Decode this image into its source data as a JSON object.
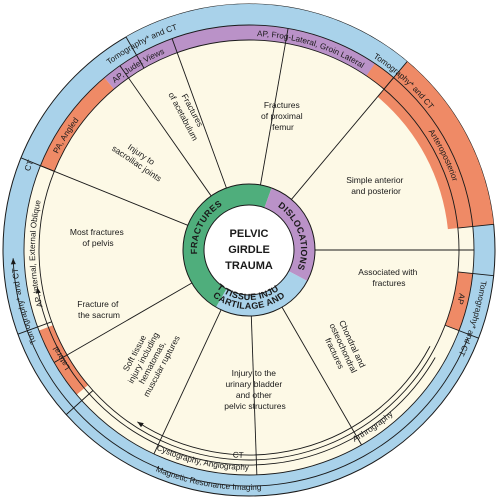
{
  "hub": {
    "lines": [
      "PELVIC",
      "GIRDLE",
      "TRAUMA"
    ]
  },
  "bands": {
    "fractures": "FRACTURES",
    "dislocations": "DISLOCATIONS",
    "cartilage_line1": "CARTILAGE AND",
    "cartilage_line2": "SOFT TISSUE INJURIES"
  },
  "colors": {
    "cream": "#fdf9e6",
    "green": "#4fae7c",
    "purple": "#ba92c8",
    "blue": "#a9d2ea",
    "orange": "#ef8a66",
    "outline": "#1a1a1a"
  },
  "segments": [
    {
      "id": "acetabulum",
      "lines": [
        "Fractures",
        "of acetabulum"
      ]
    },
    {
      "id": "femur",
      "lines": [
        "Fractures",
        "of proximal",
        "femur"
      ]
    },
    {
      "id": "simple_dislocation",
      "lines": [
        "Simple anterior",
        "and posterior"
      ]
    },
    {
      "id": "associated_fractures",
      "lines": [
        "Associated with",
        "fractures"
      ]
    },
    {
      "id": "chondral",
      "lines": [
        "Chondral and",
        "osteochondral",
        "fractures"
      ]
    },
    {
      "id": "bladder",
      "lines": [
        "Injury to the",
        "urinary bladder",
        "and other",
        "pelvic structures"
      ]
    },
    {
      "id": "soft_tissue",
      "lines": [
        "Soft tissue",
        "injury including",
        "hematomas,",
        "muscular ruptures"
      ]
    },
    {
      "id": "sacrum",
      "lines": [
        "Fracture of",
        "the sacrum"
      ]
    },
    {
      "id": "pelvis",
      "lines": [
        "Most fractures",
        "of pelvis"
      ]
    },
    {
      "id": "sacroiliac",
      "lines": [
        "Injury to",
        "sacroiliac joints"
      ]
    }
  ],
  "imaging": {
    "tomo_ct": "Tomography* and CT",
    "ap_judet": "AP, Judet Views",
    "ap_frog_groin": "AP, Frog-Lateral, Groin Lateral",
    "anteroposterior": "Anteroposterior",
    "ap": "AP",
    "ct": "CT",
    "pa_angled": "PA, Angled",
    "ap_internal_external": "AP, Internal, External Oblique",
    "lateral": "Lateral",
    "arthrography": "Arthrography",
    "cystography_angiography": "Cystography, Angiography",
    "mri": "Magnetic Resonance Imaging"
  }
}
